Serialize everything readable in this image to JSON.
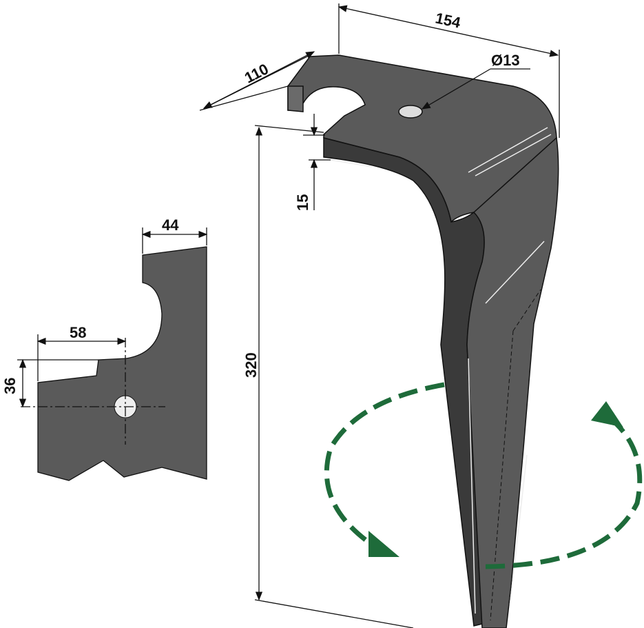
{
  "dimensions": {
    "width_top": "154",
    "depth": "110",
    "hole_diameter": "Ø13",
    "thickness": "15",
    "height": "320",
    "detail_width": "44",
    "detail_hole_offset": "58",
    "detail_hole_height": "36"
  },
  "colors": {
    "blade": "#5a5a5a",
    "blade_dark": "#3a3a3a",
    "rotation_arrow": "#1e6b3a",
    "line": "#111111"
  }
}
